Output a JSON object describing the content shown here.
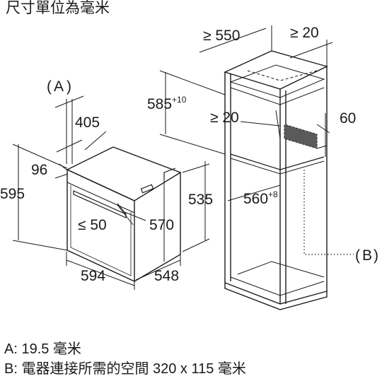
{
  "header": {
    "units_note": "尺寸單位為毫米"
  },
  "labels": {
    "a_marker": "A",
    "paren_open": "(",
    "paren_close": ")",
    "b_marker": "B",
    "oven_depth": "405",
    "front_frame": "96",
    "oven_height": "595",
    "oven_width": "594",
    "oven_depth_total": "548",
    "handle_clearance": "≤ 50",
    "oven_body_height": "570",
    "inner_height": "535",
    "cabinet_depth": "≥ 550",
    "side_gap": "≥ 20",
    "niche_height": "585",
    "niche_height_tol": "+10",
    "rear_gap": "≥ 20",
    "vent_height": "60",
    "niche_width": "560",
    "niche_width_tol": "+8"
  },
  "captions": {
    "a_line": "A: 19.5 毫米",
    "b_line": "B: 電器連接所需的空間 320 x 115 毫米"
  }
}
